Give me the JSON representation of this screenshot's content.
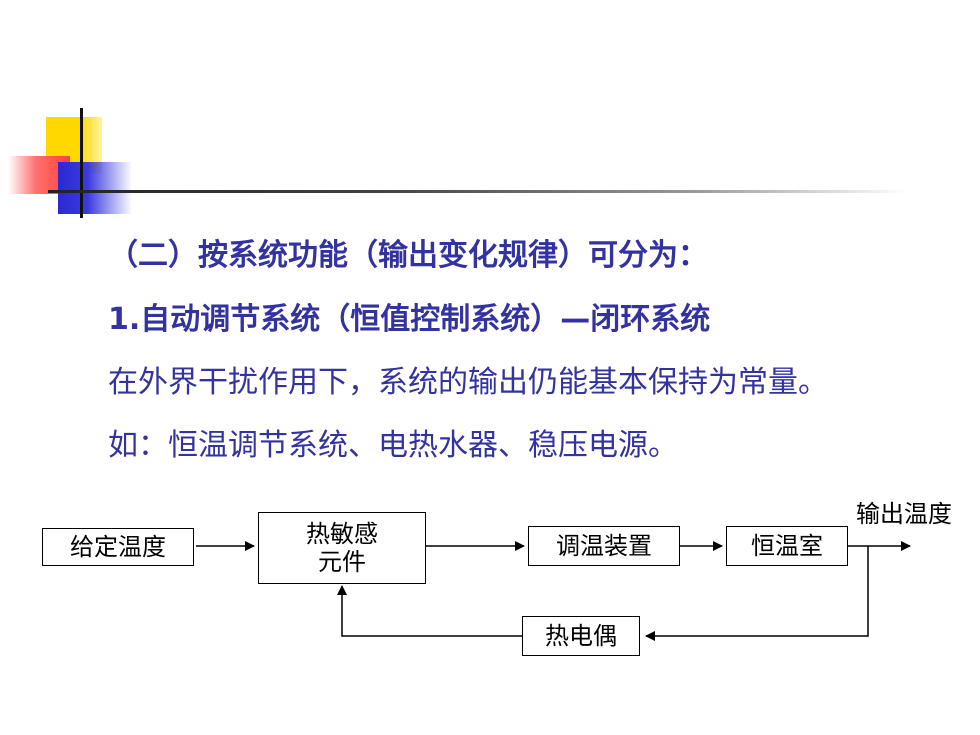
{
  "title": "（二）按系统功能（输出变化规律）可分为：",
  "heading2": "1.自动调节系统（恒值控制系统）—闭环系统",
  "desc": "在外界干扰作用下，系统的输出仍能基本保持为常量。",
  "example": "如：恒温调节系统、电热水器、稳压电源。",
  "diagram": {
    "input_label": "给定温度",
    "sensor_line1": "热敏感",
    "sensor_line2": "元件",
    "regulator": "调温装置",
    "chamber": "恒温室",
    "feedback": "热电偶",
    "output_label": "输出温度"
  },
  "colors": {
    "text": "#3333a0",
    "accent_yellow": "#ffd800",
    "accent_red": "#ff4040",
    "accent_blue": "#2a2ad0"
  }
}
